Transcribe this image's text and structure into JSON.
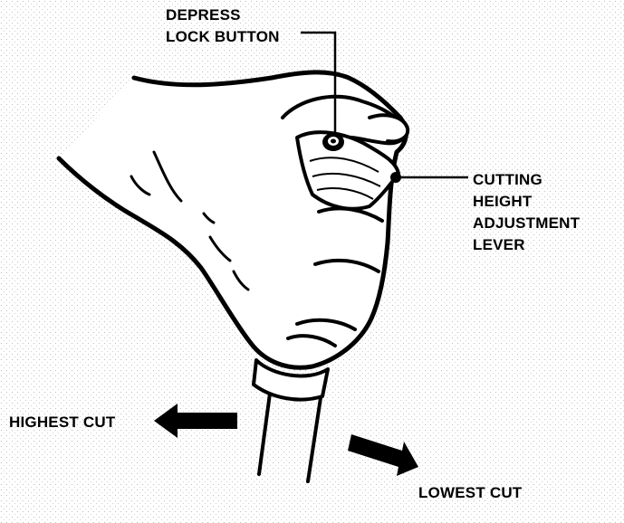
{
  "callouts": {
    "lock_button": [
      "DEPRESS",
      "LOCK BUTTON"
    ],
    "adjustment_lever": [
      "CUTTING",
      "HEIGHT",
      "ADJUSTMENT",
      "LEVER"
    ]
  },
  "directions": {
    "highest": "HIGHEST CUT",
    "lowest": "LOWEST CUT"
  }
}
